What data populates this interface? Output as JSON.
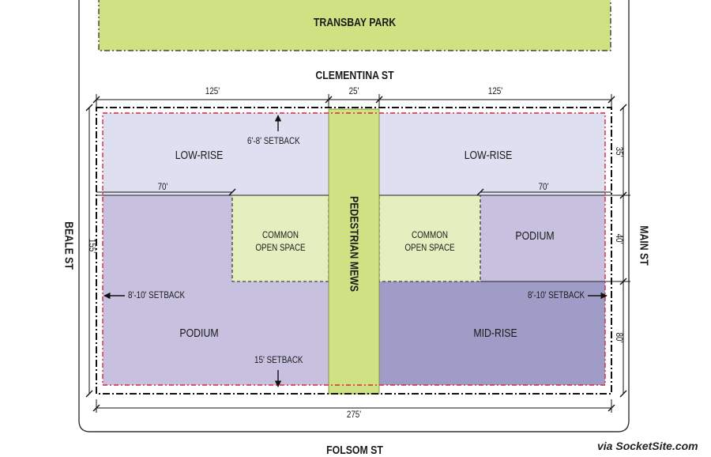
{
  "streets": {
    "north": "CLEMENTINA ST",
    "south": "FOLSOM ST",
    "west": "BEALE ST",
    "east": "MAIN ST"
  },
  "park": {
    "label": "TRANSBAY PARK"
  },
  "blocks": {
    "low_rise_west": "LOW-RISE",
    "low_rise_east": "LOW-RISE",
    "podium_west": "PODIUM",
    "podium_east": "PODIUM",
    "mid_rise": "MID-RISE",
    "mews": "PEDESTRIAN MEWS",
    "open_space_west_line1": "COMMON",
    "open_space_west_line2": "OPEN SPACE",
    "open_space_east_line1": "COMMON",
    "open_space_east_line2": "OPEN SPACE"
  },
  "setbacks": {
    "top": "6'-8' SETBACK",
    "west": "8'-10' SETBACK",
    "east": "8'-10' SETBACK",
    "bottom": "15' SETBACK"
  },
  "dimensions": {
    "top_left": "125'",
    "top_mid": "25'",
    "top_right": "125'",
    "inner_left": "70'",
    "inner_right": "70'",
    "west_depth": "155'",
    "east_top": "35'",
    "east_mid": "40'",
    "east_bottom": "80'",
    "total_width": "275'"
  },
  "credit": "via SocketSite.com",
  "colors": {
    "park_green": "#cfe283",
    "light_green": "#e4eebf",
    "low_rise": "#dedff0",
    "podium": "#c7c1df",
    "mid_rise": "#a09cc8",
    "setback_line": "#d7263d"
  }
}
